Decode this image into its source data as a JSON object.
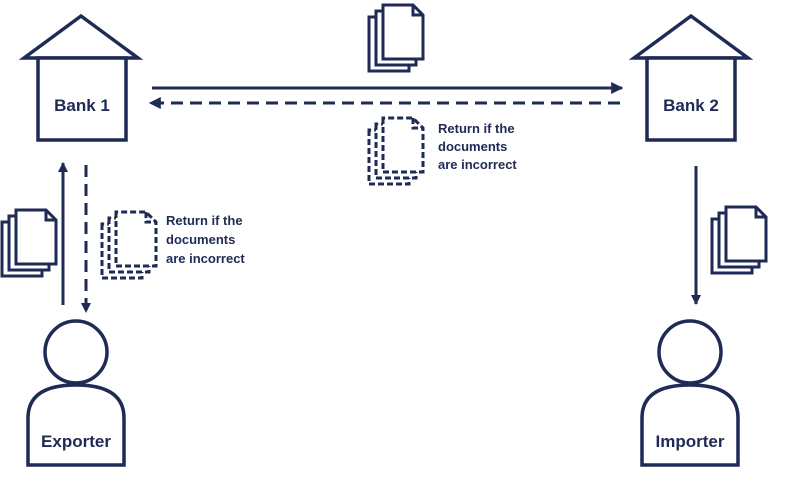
{
  "colors": {
    "ink": "#1f2a55",
    "background": "#ffffff"
  },
  "nodes": {
    "bank1": {
      "label": "Bank 1",
      "icon": "bank-house-icon"
    },
    "bank2": {
      "label": "Bank 2",
      "icon": "bank-house-icon"
    },
    "exporter": {
      "label": "Exporter",
      "icon": "person-icon"
    },
    "importer": {
      "label": "Importer",
      "icon": "person-icon"
    }
  },
  "notes": {
    "return_top": [
      "Return if the",
      "documents",
      "are incorrect"
    ],
    "return_left": [
      "Return if the",
      "documents",
      "are incorrect"
    ]
  },
  "icons": {
    "documents_solid": "document-stack-icon",
    "documents_dashed": "dashed-document-stack-icon"
  }
}
